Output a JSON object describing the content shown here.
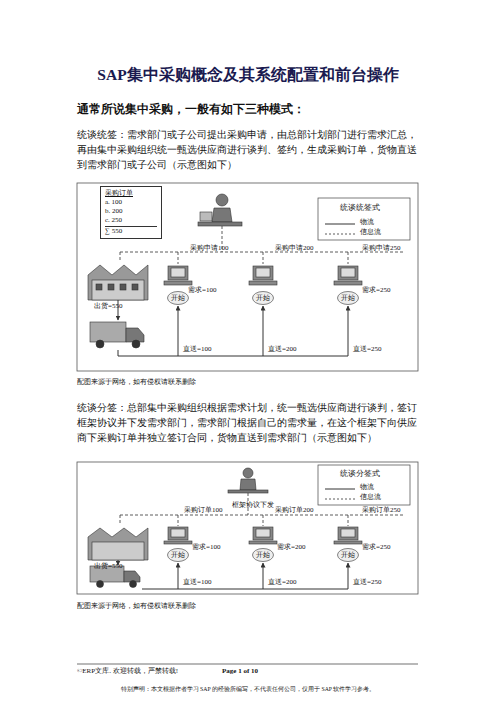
{
  "diagram": {
    "title": "SAP集中采购概念及其系统配置和前台操作",
    "nodes": [
      {
        "text": [
          "采购订单",
          "a. 100",
          "b. 200",
          "c. 250",
          "∑ 550"
        ]
      },
      {
        "text": [
          "开始"
        ]
      },
      {
        "text": [
          "开始"
        ]
      },
      {
        "text": [
          "开始"
        ]
      },
      {
        "text": [
          "开始"
        ]
      },
      {
        "text": [
          "开始"
        ]
      },
      {
        "text": [
          "开始"
        ]
      }
    ],
    "labels": [
      "通常所说集中采购，一般有如下三种模式：",
      "统谈统签：需求部门或子公司提出采购申请，由总部计划部门进行需求汇总，再由集中采购组织统一甄选供应商进行谈判、签约，生成采购订单，货物直送到需求部门或子公司（示意图如下）",
      "采购申请100",
      "采购申请200",
      "采购申请250",
      "需求=100",
      "需求=250",
      "出货=550",
      "直送=100",
      "直送=200",
      "直送=250",
      "统谈统签式",
      "配图来源于网络，如有侵权请联系删除",
      "统谈分签：总部集中采购组织根据需求计划，统一甄选供应商进行谈判，签订框架协议并下发需求部门，需求部门根据自己的需求量，在这个框架下向供应商下采购订单并独立签订合同，货物直送到需求部门（示意图如下）",
      "框架协议下发",
      "统谈分签式",
      "采购订单100",
      "采购订单200",
      "采购订单250",
      "需求=100",
      "需求=200",
      "需求=250",
      "出货=550",
      "直送=100",
      "直送=200",
      "直送=250",
      "配图来源于网络，如有侵权请联系删除",
      "©ERP文库. 欢迎转载，严禁转载!",
      "Page 1 of 10",
      "特别声明：本文根据作者学习 SAP 的经验所编写，不代表任何公司，仅用于 SAP 软件学习参考。"
    ],
    "legend": [
      {
        "text": "物流"
      },
      {
        "text": "信息流"
      },
      {
        "text": "物流"
      },
      {
        "text": "信息流"
      }
    ]
  }
}
